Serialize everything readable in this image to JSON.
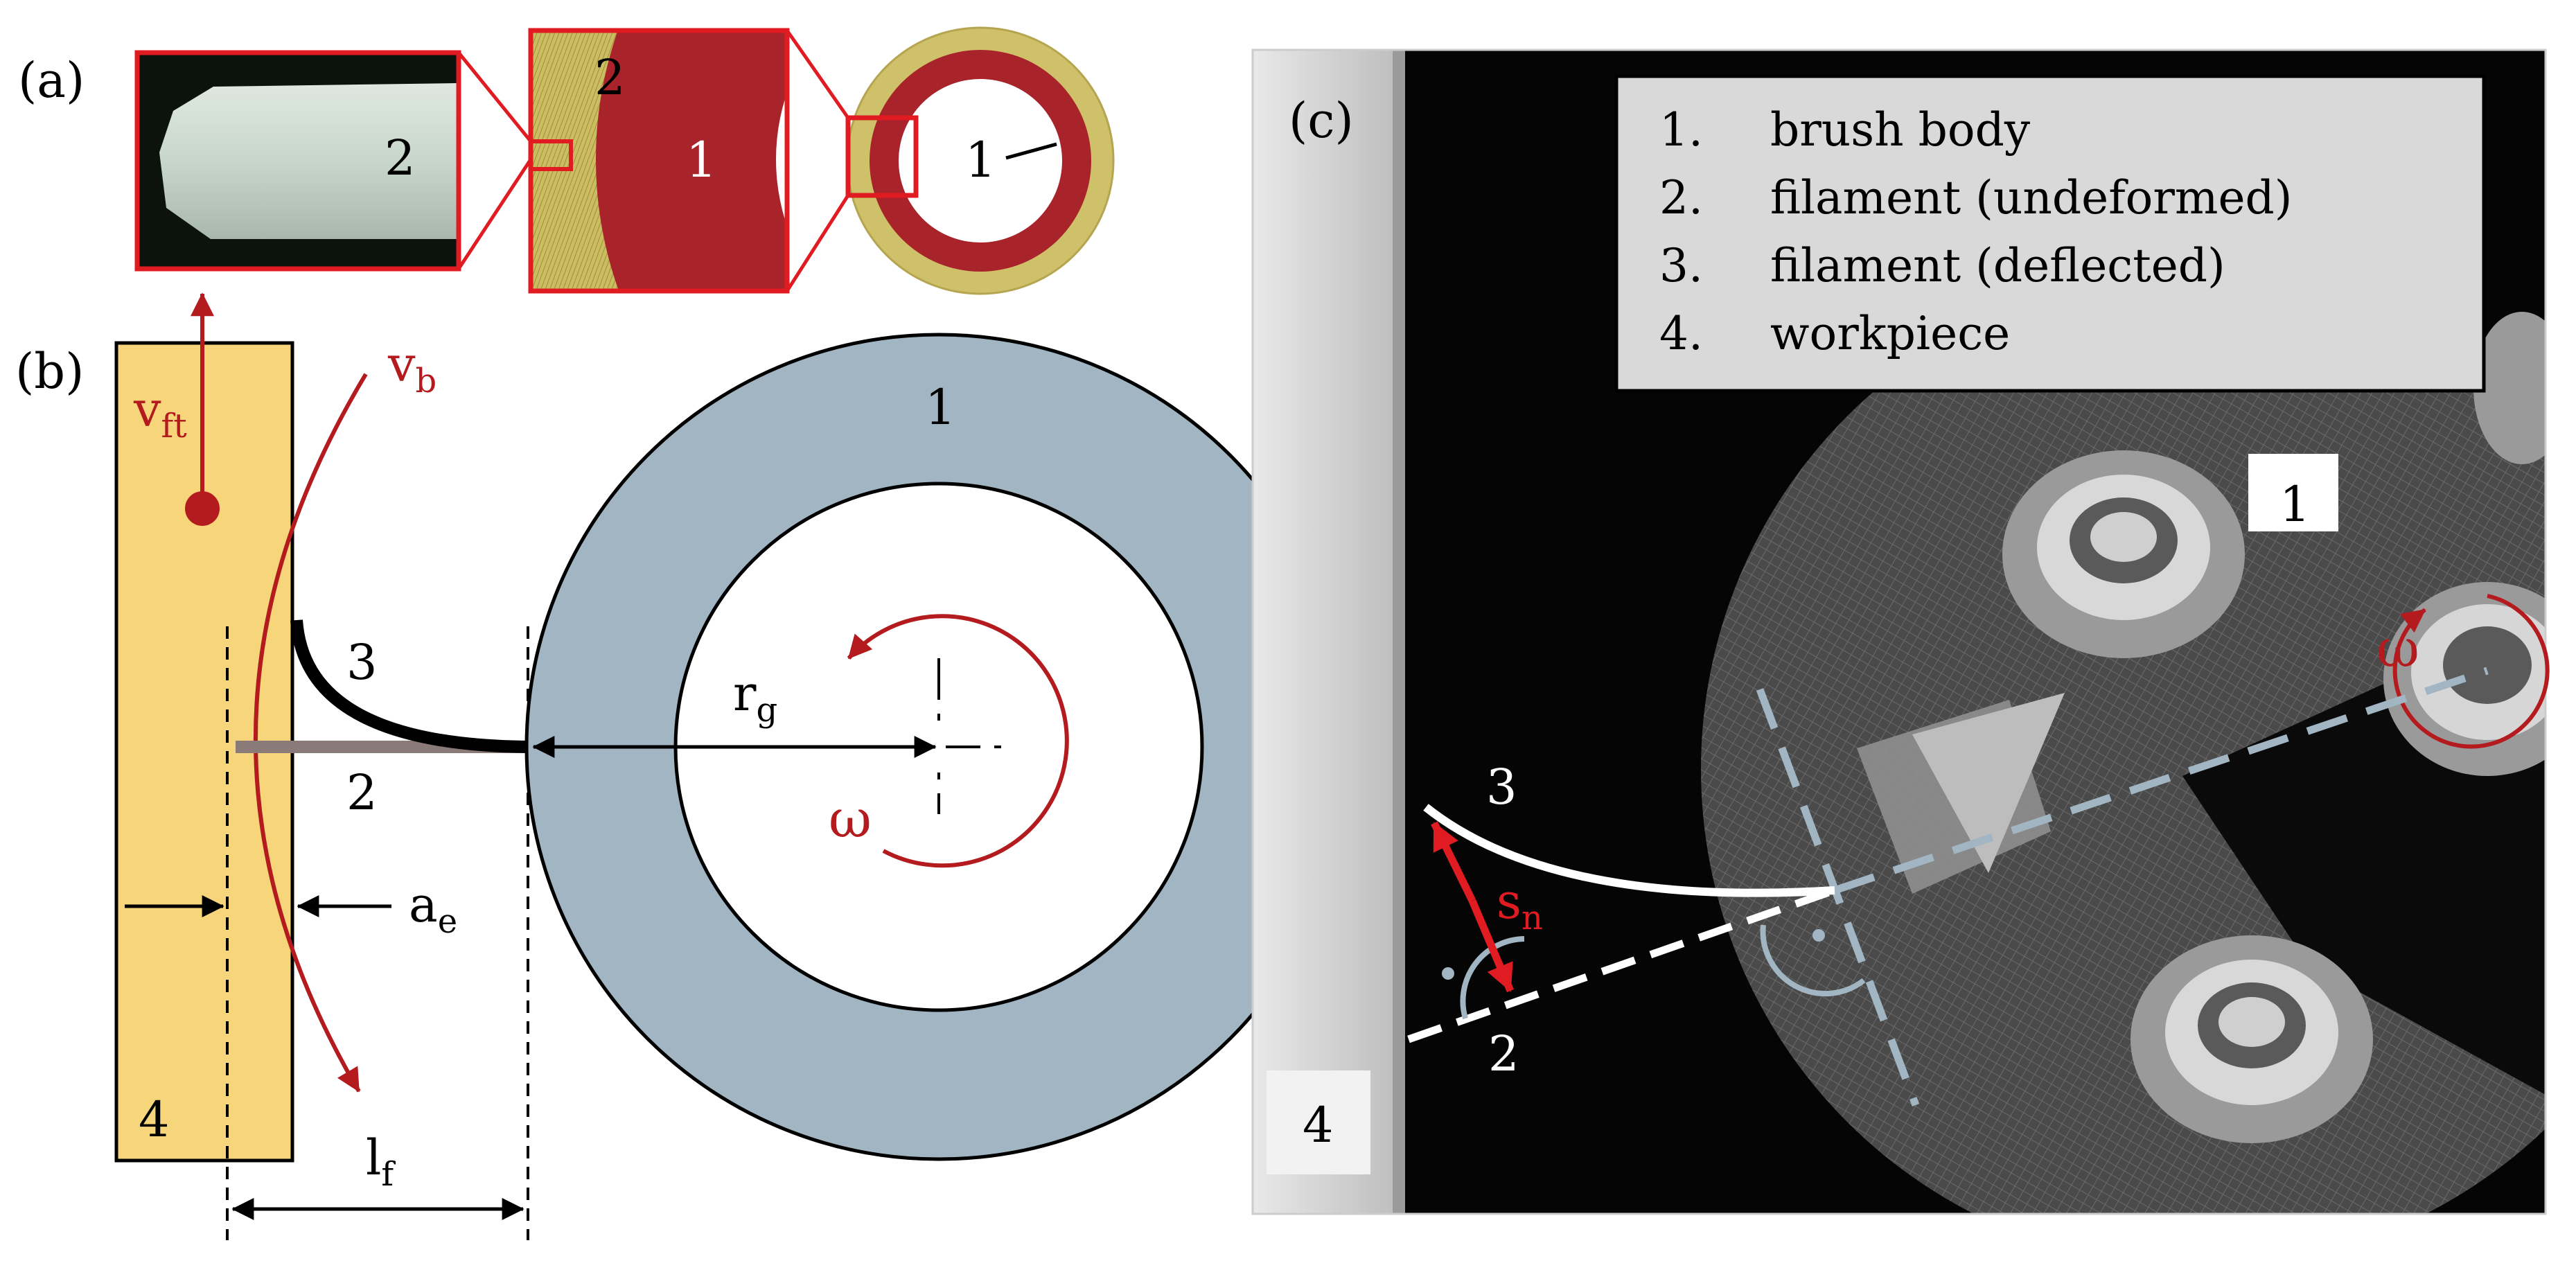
{
  "panels": {
    "a": {
      "label": "(a)",
      "zoom2_number": "2",
      "zoom1_filament_number": "2",
      "zoom1_body_number": "1",
      "brush_body_number": "1"
    },
    "b": {
      "label": "(b)",
      "v_ft": "v",
      "v_ft_sub": "ft",
      "v_b": "v",
      "v_b_sub": "b",
      "body_number": "1",
      "deflected_number": "3",
      "undeformed_number": "2",
      "workpiece_number": "4",
      "r_g": "r",
      "r_g_sub": "g",
      "omega": "ω",
      "a_e": "a",
      "a_e_sub": "e",
      "l_f": "l",
      "l_f_sub": "f"
    },
    "c": {
      "label": "(c)",
      "body_number": "1",
      "omega": "ω",
      "deflected_number": "3",
      "undeformed_number": "2",
      "s_n": "s",
      "s_n_sub": "n",
      "workpiece_number": "4",
      "legend": [
        {
          "num": "1.",
          "text": "brush body"
        },
        {
          "num": "2.",
          "text": "filament (undeformed)"
        },
        {
          "num": "3.",
          "text": "filament (deflected)"
        },
        {
          "num": "4.",
          "text": "workpiece"
        }
      ]
    }
  },
  "colors": {
    "red": "#e11b22",
    "dark_red": "#b41b1e",
    "brush_red": "#a8232a",
    "workpiece_yellow": "#f7d57a",
    "brush_blue": "#a2b5c2",
    "filament_grey": "#8a7a78",
    "bristle_gold": "#cfc06a"
  }
}
